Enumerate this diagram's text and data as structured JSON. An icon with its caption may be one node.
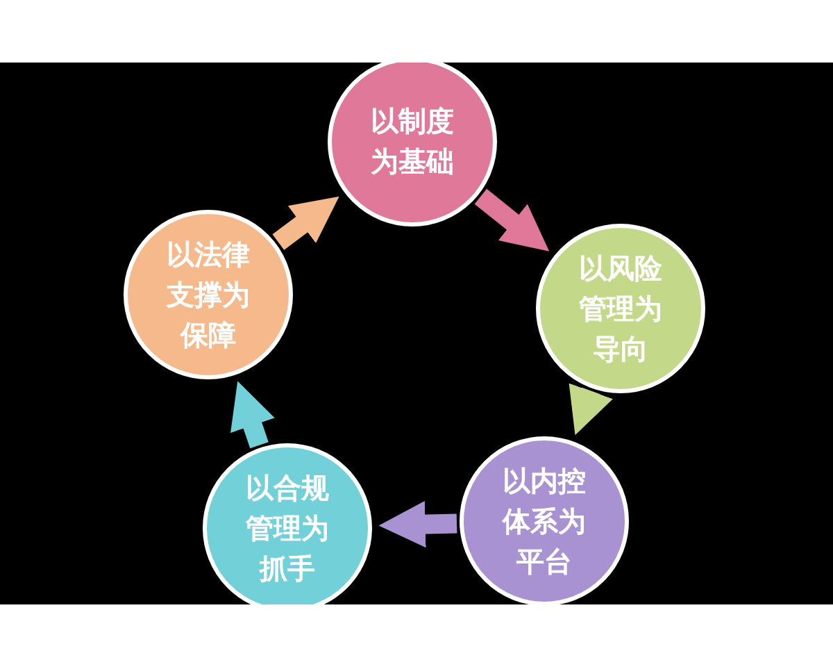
{
  "diagram": {
    "nodes": [
      {
        "text": [
          "以制度为基础"
        ]
      },
      {
        "text": [
          "以风险管理为导向"
        ]
      },
      {
        "text": [
          "以内控体系为平台"
        ]
      },
      {
        "text": [
          "以合规管理为抓手"
        ]
      },
      {
        "text": [
          "以法律支撑为保障"
        ]
      }
    ],
    "edges": [
      {
        "from": 0,
        "to": 1,
        "arrow": "to",
        "color": "#e0789a"
      },
      {
        "from": 1,
        "to": 2,
        "arrow": "to",
        "color": "#c4d88a"
      },
      {
        "from": 2,
        "to": 3,
        "arrow": "to",
        "color": "#a992d2"
      },
      {
        "from": 3,
        "to": 4,
        "arrow": "to",
        "color": "#72d0d8"
      },
      {
        "from": 4,
        "to": 0,
        "arrow": "to",
        "color": "#f6b98c"
      }
    ]
  }
}
